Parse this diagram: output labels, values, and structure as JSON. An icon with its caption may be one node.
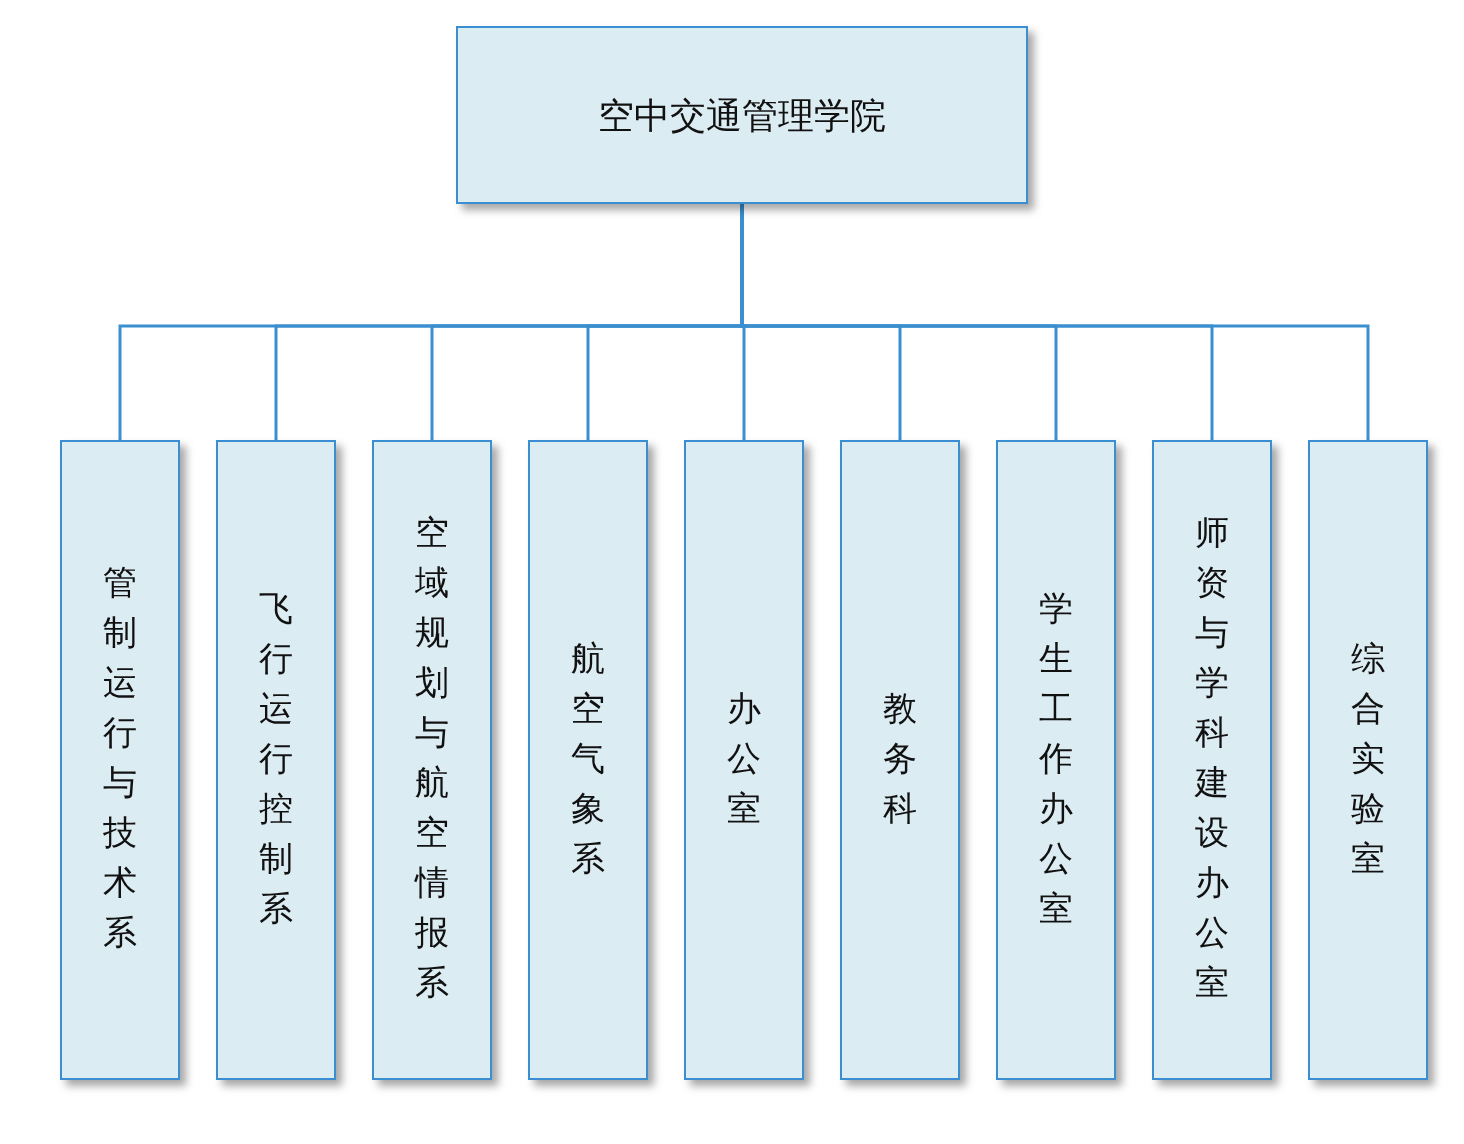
{
  "diagram": {
    "nodes": [
      {
        "text": [
          "空中交通管理学院"
        ]
      },
      {
        "text": [
          "管制运行与技术系"
        ]
      },
      {
        "text": [
          "飞行运行控制系"
        ]
      },
      {
        "text": [
          "空域规划与航空情报系"
        ]
      },
      {
        "text": [
          "航空气象系"
        ]
      },
      {
        "text": [
          "办公室"
        ]
      },
      {
        "text": [
          "教务科"
        ]
      },
      {
        "text": [
          "学生工作办公室"
        ]
      },
      {
        "text": [
          "师资与学科建设办公室"
        ]
      },
      {
        "text": [
          "综合实验室"
        ]
      }
    ],
    "edges": [
      {
        "from": 0,
        "to": 1,
        "arrow": "none"
      },
      {
        "from": 0,
        "to": 2,
        "arrow": "none"
      },
      {
        "from": 0,
        "to": 3,
        "arrow": "none"
      },
      {
        "from": 0,
        "to": 4,
        "arrow": "none"
      },
      {
        "from": 0,
        "to": 5,
        "arrow": "none"
      },
      {
        "from": 0,
        "to": 6,
        "arrow": "none"
      },
      {
        "from": 0,
        "to": 7,
        "arrow": "none"
      },
      {
        "from": 0,
        "to": 8,
        "arrow": "none"
      },
      {
        "from": 0,
        "to": 9,
        "arrow": "none"
      }
    ]
  }
}
